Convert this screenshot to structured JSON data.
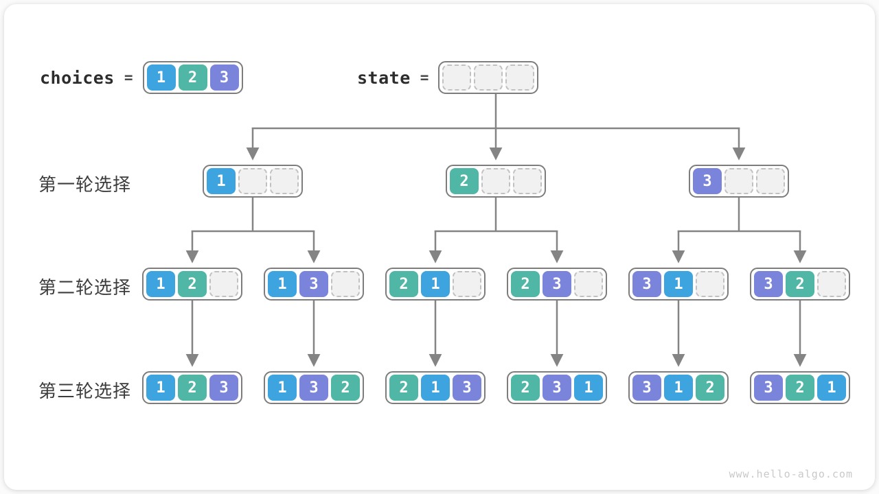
{
  "header": {
    "choices_label": "choices",
    "equals": "=",
    "state_label": "state",
    "choices_values": [
      1,
      2,
      3
    ],
    "state_values": [
      null,
      null,
      null
    ]
  },
  "colors": {
    "value_1": "#3da4e0",
    "value_2": "#50b6a5",
    "value_3": "#7b84db",
    "empty_fill": "#f1f1f2",
    "empty_border": "#c1c1c4",
    "node_border": "#7d7d7d",
    "connector": "#848484"
  },
  "rows": [
    {
      "label": "第一轮选择",
      "nodes": [
        [
          1,
          null,
          null
        ],
        [
          2,
          null,
          null
        ],
        [
          3,
          null,
          null
        ]
      ]
    },
    {
      "label": "第二轮选择",
      "nodes": [
        [
          1,
          2,
          null
        ],
        [
          1,
          3,
          null
        ],
        [
          2,
          1,
          null
        ],
        [
          2,
          3,
          null
        ],
        [
          3,
          1,
          null
        ],
        [
          3,
          2,
          null
        ]
      ]
    },
    {
      "label": "第三轮选择",
      "nodes": [
        [
          1,
          2,
          3
        ],
        [
          1,
          3,
          2
        ],
        [
          2,
          1,
          3
        ],
        [
          2,
          3,
          1
        ],
        [
          3,
          1,
          2
        ],
        [
          3,
          2,
          1
        ]
      ]
    }
  ],
  "watermark": "www.hello-algo.com"
}
